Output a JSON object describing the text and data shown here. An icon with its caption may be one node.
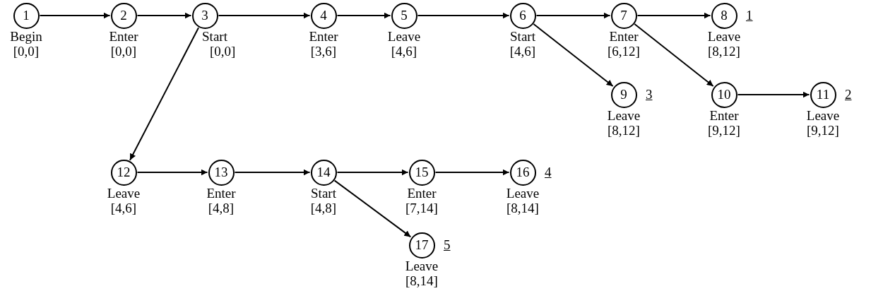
{
  "diagram": {
    "nodes": [
      {
        "text": [
          "1"
        ],
        "beside": [
          "Begin",
          "[0,0]"
        ]
      },
      {
        "text": [
          "2"
        ],
        "beside": [
          "Enter",
          "[0,0]"
        ]
      },
      {
        "text": [
          "3"
        ],
        "beside": [
          "Start",
          "[0,0]"
        ]
      },
      {
        "text": [
          "4"
        ],
        "beside": [
          "Enter",
          "[3,6]"
        ]
      },
      {
        "text": [
          "5"
        ],
        "beside": [
          "Leave",
          "[4,6]"
        ]
      },
      {
        "text": [
          "6"
        ],
        "beside": [
          "Start",
          "[4,6]"
        ]
      },
      {
        "text": [
          "7"
        ],
        "beside": [
          "Enter",
          "[6,12]"
        ]
      },
      {
        "text": [
          "8"
        ],
        "beside": [
          "Leave",
          "[8,12]",
          "1"
        ]
      },
      {
        "text": [
          "9"
        ],
        "beside": [
          "Leave",
          "[8,12]",
          "3"
        ]
      },
      {
        "text": [
          "10"
        ],
        "beside": [
          "Enter",
          "[9,12]"
        ]
      },
      {
        "text": [
          "11"
        ],
        "beside": [
          "Leave",
          "[9,12]",
          "2"
        ]
      },
      {
        "text": [
          "12"
        ],
        "beside": [
          "Leave",
          "[4,6]"
        ]
      },
      {
        "text": [
          "13"
        ],
        "beside": [
          "Enter",
          "[4,8]"
        ]
      },
      {
        "text": [
          "14"
        ],
        "beside": [
          "Start",
          "[4,8]"
        ]
      },
      {
        "text": [
          "15"
        ],
        "beside": [
          "Enter",
          "[7,14]"
        ]
      },
      {
        "text": [
          "16"
        ],
        "beside": [
          "Leave",
          "[8,14]",
          "4"
        ]
      },
      {
        "text": [
          "17"
        ],
        "beside": [
          "Leave",
          "[8,14]",
          "5"
        ]
      }
    ],
    "edges": [
      {
        "from": 0,
        "to": 1,
        "arrow": "to"
      },
      {
        "from": 1,
        "to": 2,
        "arrow": "to"
      },
      {
        "from": 2,
        "to": 3,
        "arrow": "to"
      },
      {
        "from": 3,
        "to": 4,
        "arrow": "to"
      },
      {
        "from": 4,
        "to": 5,
        "arrow": "to"
      },
      {
        "from": 5,
        "to": 6,
        "arrow": "to"
      },
      {
        "from": 6,
        "to": 7,
        "arrow": "to"
      },
      {
        "from": 5,
        "to": 8,
        "arrow": "to"
      },
      {
        "from": 6,
        "to": 9,
        "arrow": "to"
      },
      {
        "from": 9,
        "to": 10,
        "arrow": "to"
      },
      {
        "from": 2,
        "to": 11,
        "arrow": "to"
      },
      {
        "from": 11,
        "to": 12,
        "arrow": "to"
      },
      {
        "from": 12,
        "to": 13,
        "arrow": "to"
      },
      {
        "from": 13,
        "to": 14,
        "arrow": "to"
      },
      {
        "from": 14,
        "to": 15,
        "arrow": "to"
      },
      {
        "from": 13,
        "to": 16,
        "arrow": "to"
      }
    ]
  }
}
